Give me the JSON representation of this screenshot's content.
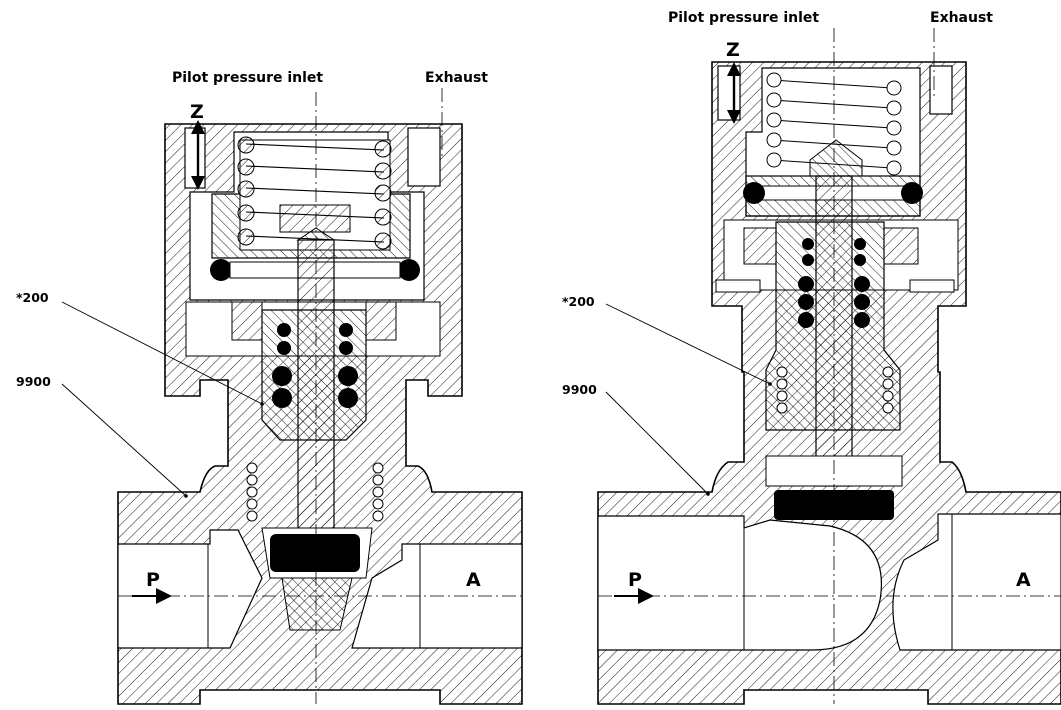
{
  "left_view": {
    "pilot_label": "Pilot pressure inlet",
    "exhaust_label": "Exhaust",
    "stroke_label": "Z",
    "callout_200": "*200",
    "callout_9900": "9900",
    "port_p": "P",
    "port_a": "A"
  },
  "right_view": {
    "pilot_label": "Pilot pressure inlet",
    "exhaust_label": "Exhaust",
    "stroke_label": "Z",
    "callout_200": "*200",
    "callout_9900": "9900",
    "port_p": "P",
    "port_a": "A"
  },
  "colors": {
    "line": "#000000",
    "background": "#ffffff",
    "seal": "#000000"
  }
}
